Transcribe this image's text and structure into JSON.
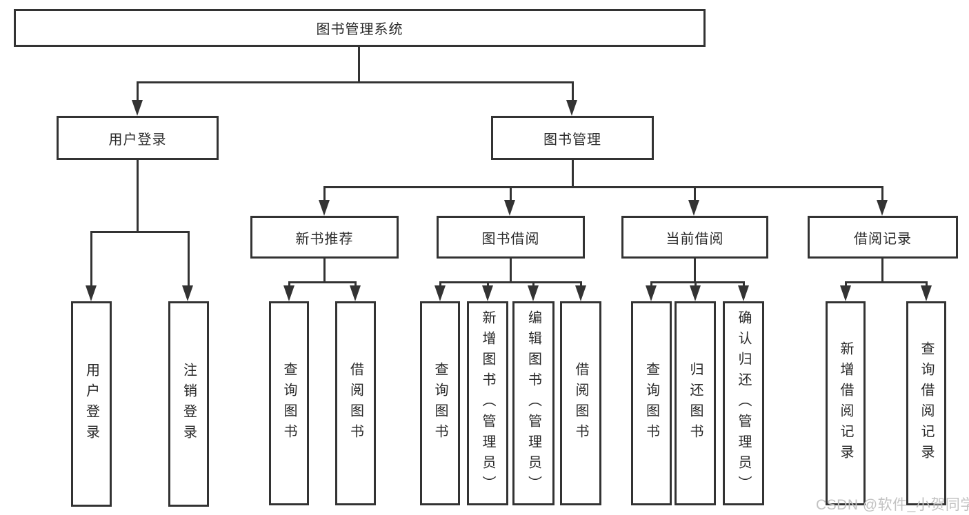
{
  "nodes": {
    "root": "图书管理系统",
    "user_login": "用户登录",
    "book_mgmt": "图书管理",
    "leaf_user_login": "用户登录",
    "leaf_logout": "注销登录",
    "new_book_rec": "新书推荐",
    "book_borrow": "图书借阅",
    "current_borrow": "当前借阅",
    "borrow_records": "借阅记录",
    "nb_query": "查询图书",
    "nb_borrow": "借阅图书",
    "bb_query": "查询图书",
    "bb_add": "新增图书（管理员）",
    "bb_edit": "编辑图书（管理员）",
    "bb_borrow": "借阅图书",
    "cb_query": "查询图书",
    "cb_return": "归还图书",
    "cb_confirm": "确认归还（管理员）",
    "br_add": "新增借阅记录",
    "br_query": "查询借阅记录"
  },
  "watermark": "CSDN @软件_小贺同学",
  "colors": {
    "line": "#333333",
    "text": "#2a2a2a",
    "watermark": "#c2c2c2",
    "background": "#ffffff"
  }
}
